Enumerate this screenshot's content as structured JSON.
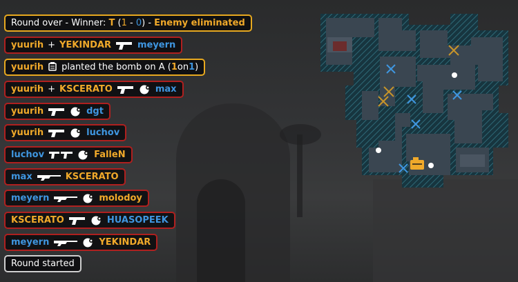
{
  "colors": {
    "t": "#f0a92a",
    "ct": "#3f96e0",
    "kill_border": "#b0201f",
    "info_border": "#e8a91f",
    "start_border": "#cfcfcf"
  },
  "round_over": {
    "prefix": "Round over - Winner: ",
    "winner": "T",
    "open": " (",
    "t_score": "1",
    "dash": " - ",
    "ct_score": "0",
    "close": ")",
    "sep": " - ",
    "reason": "Enemy eliminated"
  },
  "kills": [
    {
      "killer": "yuurih",
      "killer_team": "t",
      "assist": "YEKINDAR",
      "assist_team": "t",
      "weapon": "pistol",
      "headshot": false,
      "victim": "meyern",
      "victim_team": "ct"
    },
    {
      "killer": "yuurih",
      "killer_team": "t",
      "assist": "KSCERATO",
      "assist_team": "t",
      "weapon": "pistol",
      "headshot": true,
      "victim": "max",
      "victim_team": "ct"
    },
    {
      "killer": "yuurih",
      "killer_team": "t",
      "weapon": "pistol",
      "headshot": true,
      "victim": "dgt",
      "victim_team": "ct"
    },
    {
      "killer": "yuurih",
      "killer_team": "t",
      "weapon": "pistol",
      "headshot": true,
      "victim": "luchov",
      "victim_team": "ct"
    },
    {
      "killer": "luchov",
      "killer_team": "ct",
      "weapon": "dual-pistols",
      "headshot": true,
      "victim": "FalleN",
      "victim_team": "t"
    },
    {
      "killer": "max",
      "killer_team": "ct",
      "weapon": "rifle",
      "headshot": false,
      "victim": "KSCERATO",
      "victim_team": "t"
    },
    {
      "killer": "meyern",
      "killer_team": "ct",
      "weapon": "rifle",
      "headshot": true,
      "victim": "molodoy",
      "victim_team": "t"
    },
    {
      "killer": "KSCERATO",
      "killer_team": "t",
      "weapon": "pistol",
      "headshot": true,
      "victim": "HUASOPEEK",
      "victim_team": "ct"
    },
    {
      "killer": "meyern",
      "killer_team": "ct",
      "weapon": "rifle",
      "headshot": true,
      "victim": "YEKINDAR",
      "victim_team": "t"
    }
  ],
  "bomb_plant": {
    "player": "yuurih",
    "icon": "bomb-icon",
    "text_before": " planted the bomb on A (",
    "t_alive": "1",
    "on": "on",
    "ct_alive": "1",
    "close": ")"
  },
  "plus": "+",
  "round_started": "Round started",
  "radar": {
    "icon": "map-icon",
    "bomb_icon": "bomb-icon",
    "marks": [
      "x-marker",
      "x-marker"
    ]
  }
}
